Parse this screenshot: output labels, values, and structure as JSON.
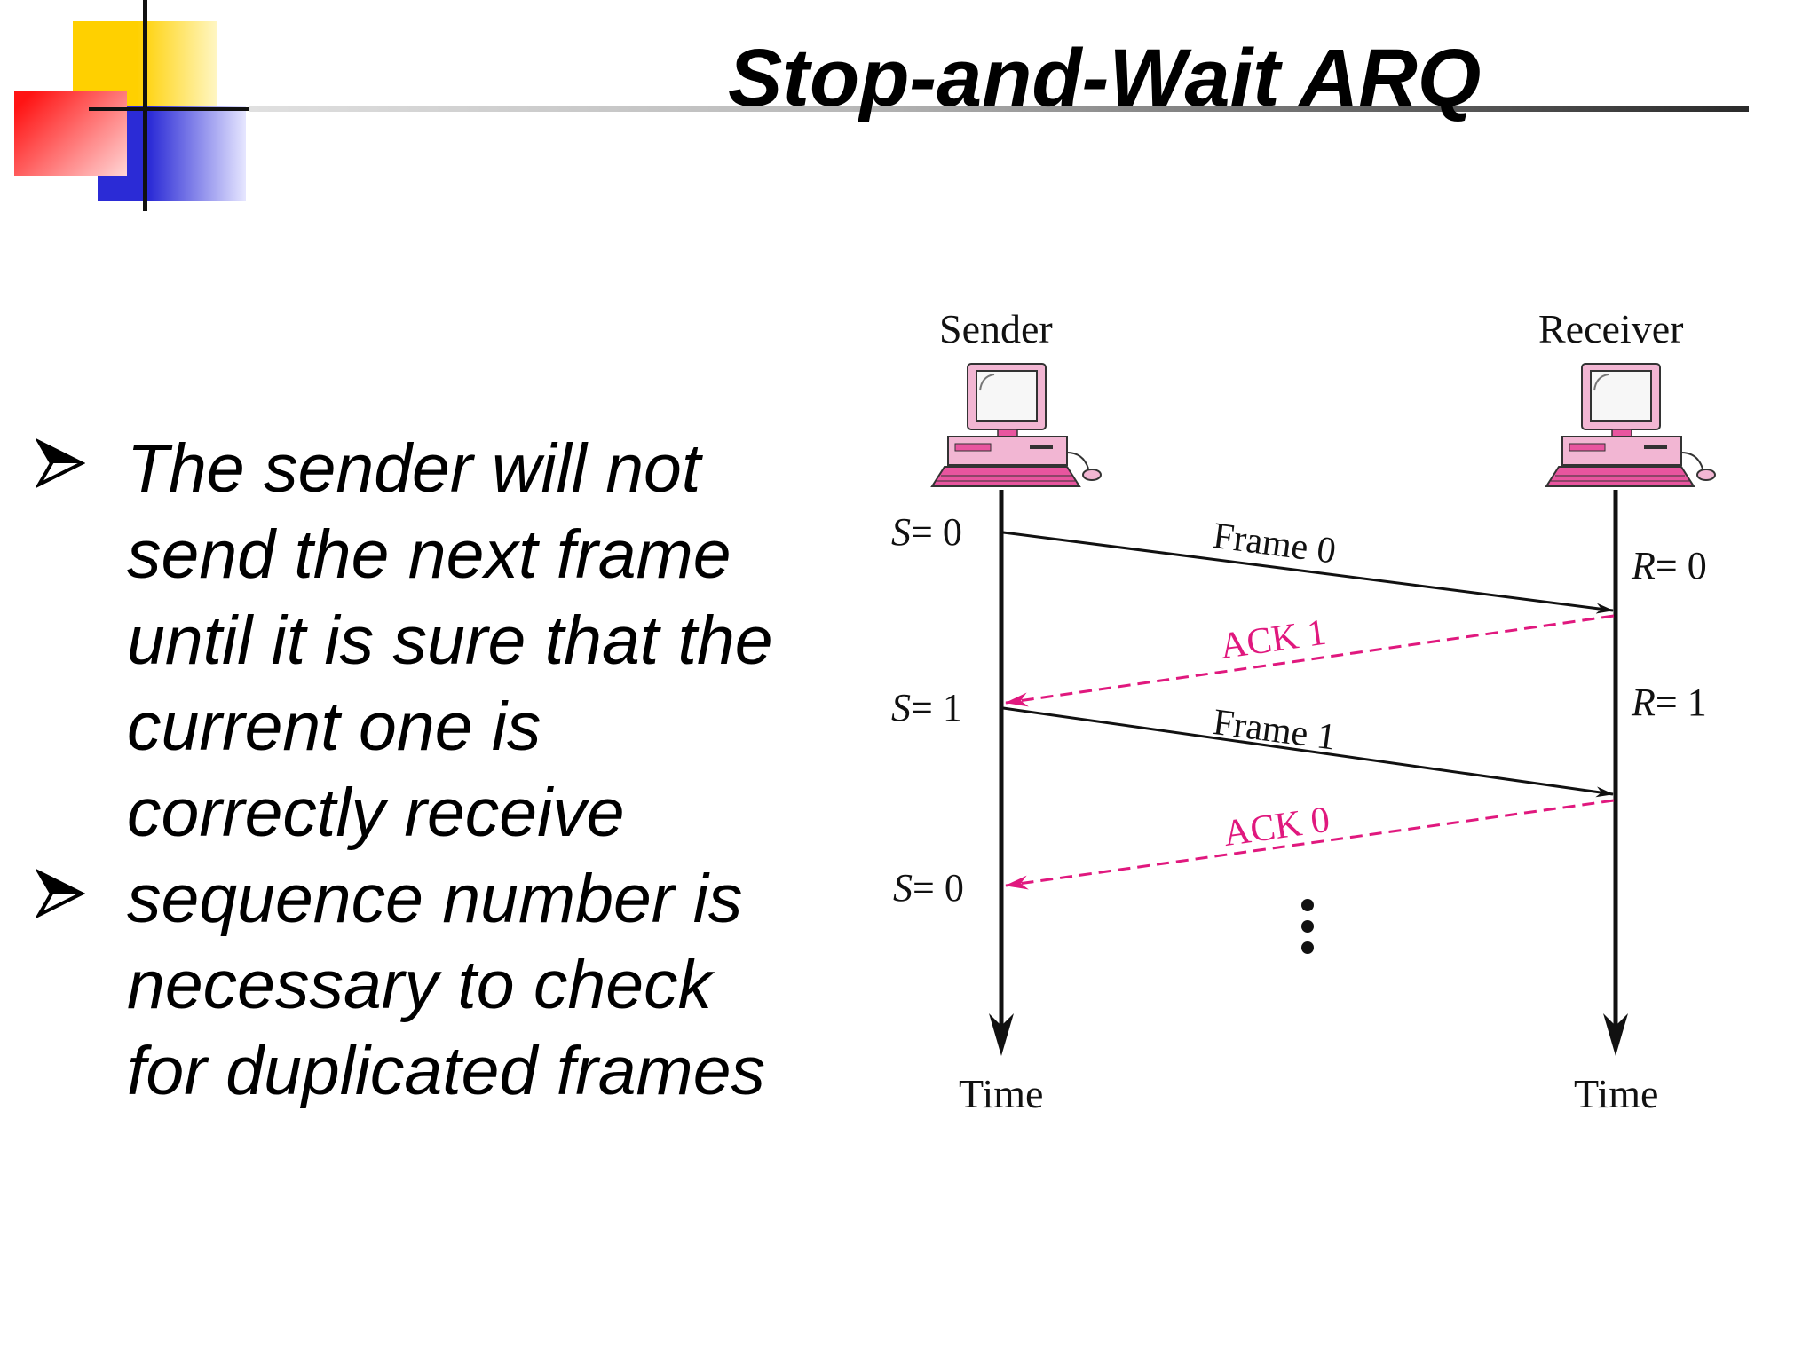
{
  "slide": {
    "title": "Stop-and-Wait ARQ",
    "bullets": [
      {
        "lines": [
          "The sender will not",
          "send the next frame",
          "until it is sure that the",
          "current one is",
          "correctly receive"
        ]
      },
      {
        "lines": [
          "sequence number is",
          "necessary to check",
          "for duplicated frames"
        ]
      }
    ],
    "bullet_icon": "arrowhead-bullet-icon"
  },
  "diagram": {
    "sender_label": "Sender",
    "receiver_label": "Receiver",
    "time_label_sender": "Time",
    "time_label_receiver": "Time",
    "computer_icon": "desktop-computer-icon",
    "sender_states": [
      {
        "var": "S",
        "eq": "= 0"
      },
      {
        "var": "S",
        "eq": "= 1"
      },
      {
        "var": "S",
        "eq": "= 0"
      }
    ],
    "receiver_states": [
      {
        "var": "R",
        "eq": "= 0"
      },
      {
        "var": "R",
        "eq": "= 1"
      }
    ],
    "messages": [
      {
        "label": "Frame 0",
        "direction": "sender-to-receiver",
        "style": "solid"
      },
      {
        "label": "ACK 1",
        "direction": "receiver-to-sender",
        "style": "dashed"
      },
      {
        "label": "Frame 1",
        "direction": "sender-to-receiver",
        "style": "solid"
      },
      {
        "label": "ACK 0",
        "direction": "receiver-to-sender",
        "style": "dashed"
      }
    ],
    "continuation_icon": "vertical-ellipsis-icon",
    "colors": {
      "frame": "#111111",
      "ack": "#e0187e",
      "computer": "#e8559f"
    }
  }
}
